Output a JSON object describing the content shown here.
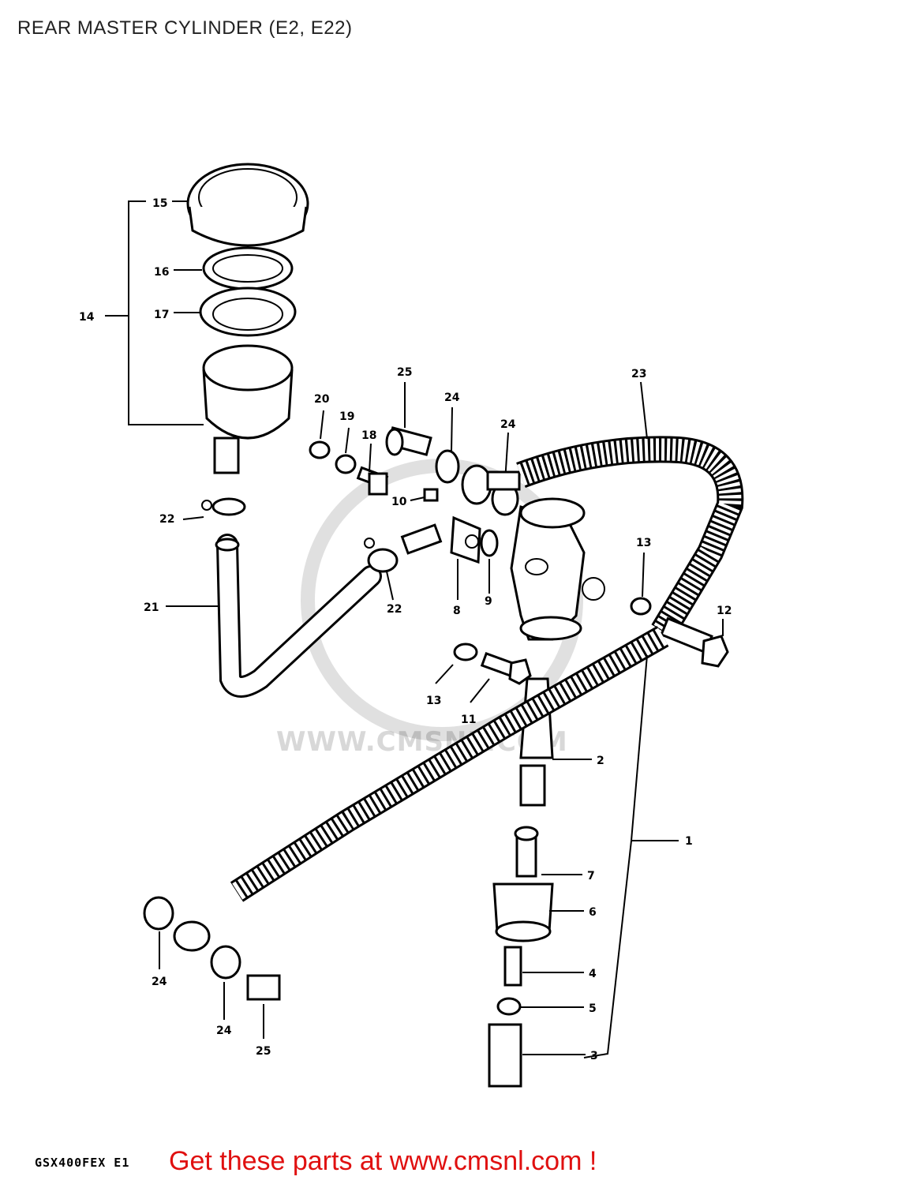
{
  "header": {
    "title": "REAR MASTER CYLINDER (E2, E22)"
  },
  "diagram": {
    "labels": [
      {
        "id": "15",
        "text": "15"
      },
      {
        "id": "16",
        "text": "16"
      },
      {
        "id": "17",
        "text": "17"
      },
      {
        "id": "14",
        "text": "14"
      },
      {
        "id": "20",
        "text": "20"
      },
      {
        "id": "19",
        "text": "19"
      },
      {
        "id": "18",
        "text": "18"
      },
      {
        "id": "25a",
        "text": "25"
      },
      {
        "id": "24a",
        "text": "24"
      },
      {
        "id": "24b",
        "text": "24"
      },
      {
        "id": "23",
        "text": "23"
      },
      {
        "id": "10",
        "text": "10"
      },
      {
        "id": "22a",
        "text": "22"
      },
      {
        "id": "22b",
        "text": "22"
      },
      {
        "id": "21",
        "text": "21"
      },
      {
        "id": "8",
        "text": "8"
      },
      {
        "id": "9",
        "text": "9"
      },
      {
        "id": "13a",
        "text": "13"
      },
      {
        "id": "12",
        "text": "12"
      },
      {
        "id": "13b",
        "text": "13"
      },
      {
        "id": "11",
        "text": "11"
      },
      {
        "id": "2",
        "text": "2"
      },
      {
        "id": "1",
        "text": "1"
      },
      {
        "id": "7",
        "text": "7"
      },
      {
        "id": "6",
        "text": "6"
      },
      {
        "id": "4",
        "text": "4"
      },
      {
        "id": "5",
        "text": "5"
      },
      {
        "id": "3",
        "text": "3"
      },
      {
        "id": "24c",
        "text": "24"
      },
      {
        "id": "24d",
        "text": "24"
      },
      {
        "id": "25b",
        "text": "25"
      }
    ],
    "watermark": "WWW.CMSNL.COM"
  },
  "footer": {
    "code": "GSX400FEX E1",
    "promo": "Get these parts at www.cmsnl.com !"
  }
}
